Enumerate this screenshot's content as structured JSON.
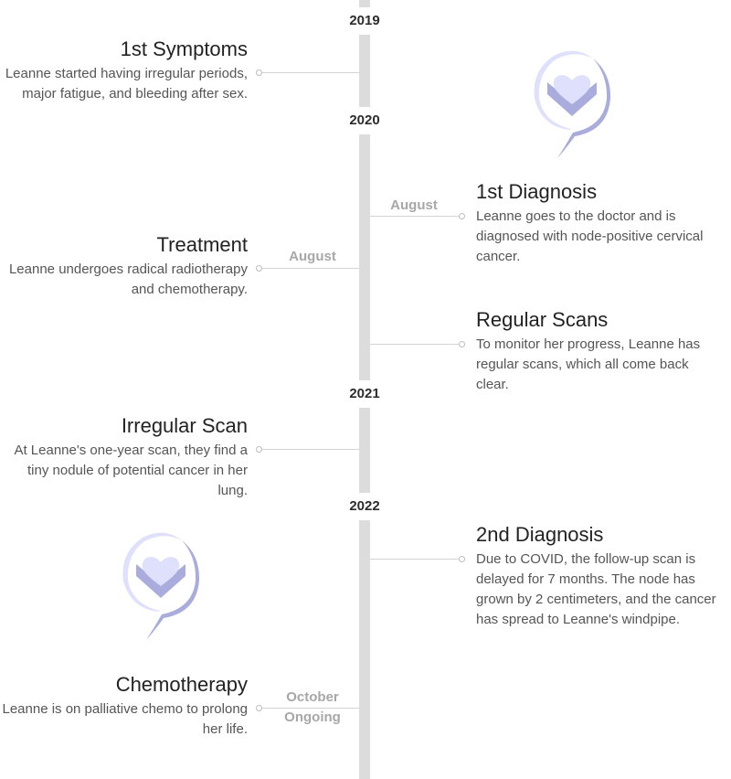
{
  "years": {
    "y2019": "2019",
    "y2020": "2020",
    "y2021": "2021",
    "y2022": "2022"
  },
  "events": {
    "symptoms": {
      "title": "1st Symptoms",
      "body": "Leanne started having irregular periods, major fatigue, and bleeding after sex."
    },
    "diagnosis1": {
      "date": "August",
      "title": "1st Diagnosis",
      "body": "Leanne goes to the doctor and is diagnosed with node-positive cervical cancer."
    },
    "treatment": {
      "date": "August",
      "title": "Treatment",
      "body": "Leanne undergoes radical radiotherapy and chemotherapy."
    },
    "scans": {
      "title": "Regular Scans",
      "body": "To monitor her progress, Leanne has regular scans, which all come back clear."
    },
    "irregular": {
      "title": "Irregular Scan",
      "body": "At Leanne's one-year scan, they find a tiny nodule of potential cancer in her lung."
    },
    "diagnosis2": {
      "title": "2nd Diagnosis",
      "body": "Due to COVID, the follow-up scan is delayed for 7 months. The node has grown by 2 centimeters, and the cancer has spread to Leanne's windpipe."
    },
    "chemo": {
      "date_line1": "October",
      "date_line2": "Ongoing",
      "title": "Chemotherapy",
      "body": "Leanne is on palliative chemo to prolong her life."
    }
  },
  "icons": {
    "logo": "heart-speech-bubble-icon"
  },
  "colors": {
    "spine": "#dcdcdc",
    "logo_light": "#dfe0fb",
    "logo_dark": "#a9acdc",
    "date_label": "#a7a7a7"
  }
}
